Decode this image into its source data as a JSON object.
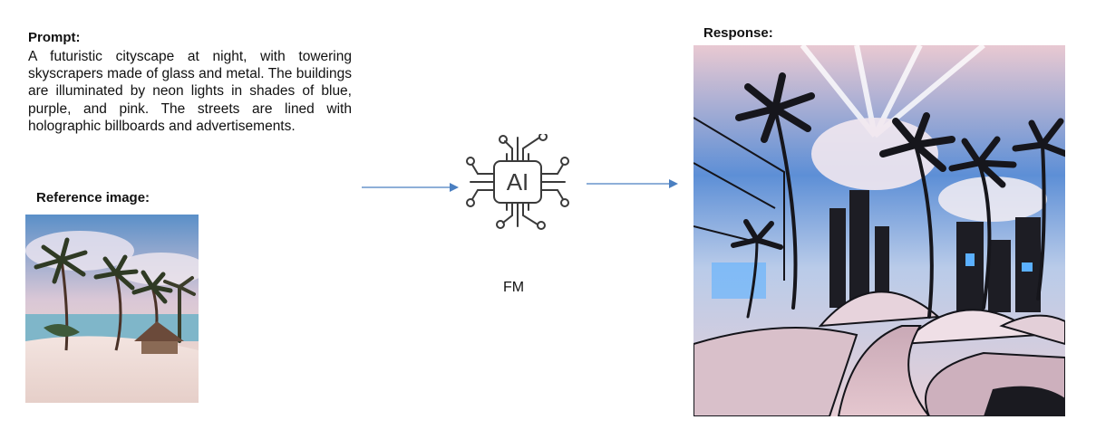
{
  "prompt": {
    "heading": "Prompt:",
    "text": "A futuristic cityscape at night, with towering skyscrapers made of glass and metal. The buildings are illuminated by neon lights in shades of blue, purple, and pink. The streets are lined with holographic billboards and advertisements."
  },
  "reference": {
    "heading": "Reference image:",
    "image_icon": "tropical-beach-image-icon"
  },
  "model": {
    "icon": "ai-chip-icon",
    "icon_text": "AI",
    "label": "FM"
  },
  "response": {
    "heading": "Response:",
    "image_icon": "futuristic-city-palms-image-icon"
  },
  "colors": {
    "arrow": "#4a7fc1",
    "icon_stroke": "#3a3a3a"
  }
}
